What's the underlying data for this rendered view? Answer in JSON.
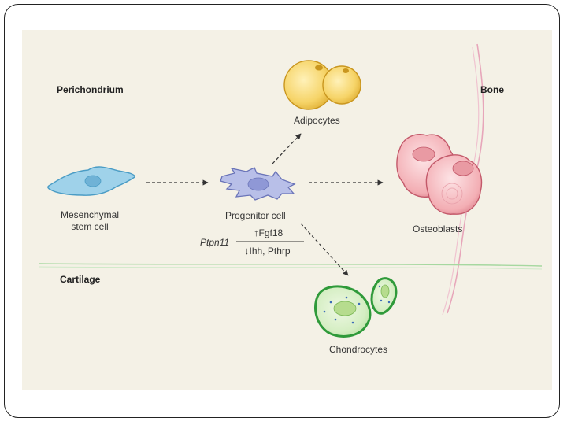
{
  "regions": {
    "perichondrium": "Perichondrium",
    "bone": "Bone",
    "cartilage": "Cartilage"
  },
  "cells": {
    "adipocytes": "Adipocytes",
    "mesenchymal_line1": "Mesenchymal",
    "mesenchymal_line2": "stem cell",
    "progenitor": "Progenitor cell",
    "osteoblasts": "Osteoblasts",
    "chondrocytes": "Chondrocytes"
  },
  "regulation": {
    "gene": "Ptpn11",
    "up_arrow": "↑",
    "up_text": "Fgf18",
    "down_arrow": "↓",
    "down_text": "Ihh, Pthrp"
  },
  "colors": {
    "background": "#f4f1e6",
    "mesenchymal": "#8ecae6",
    "progenitor": "#b6bde8",
    "adipocyte": "#f5cf5a",
    "osteoblast": "#f2a7ae",
    "chondrocyte": "#6cc36a",
    "bone_line": "#e7a6ba",
    "cartilage_line": "#a6d8a0"
  },
  "icons": {
    "mesenchymal": "mesenchymal-stem-cell-icon",
    "progenitor": "progenitor-cell-icon",
    "adipocytes": "adipocytes-icon",
    "osteoblasts": "osteoblasts-icon",
    "chondrocytes": "chondrocytes-icon"
  }
}
